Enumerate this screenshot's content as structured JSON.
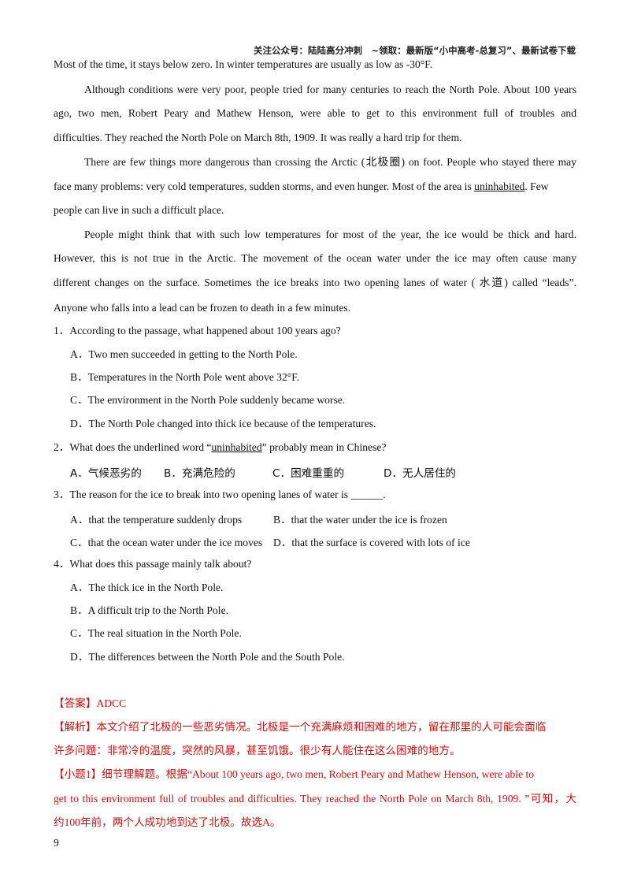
{
  "header": "关注公众号：陆陆高分冲刺　~领取：最新版“小中高考-总复习”、最新试卷下载",
  "lines": {
    "l0": "Most of the time, it stays below zero. In winter temperatures are usually as low as -30°F.",
    "p1a": "Although conditions were very poor, people tried for many centuries to reach the North Pole. About 100 years",
    "p1b": "ago, two men, Robert Peary and Mathew Henson, were able to get to this environment full of troubles and",
    "p1c": "difficulties. They reached the North Pole on March 8th, 1909. It was really a hard trip for them.",
    "p2a": "There are few things more dangerous than crossing the Arctic (北极圈) on foot. People who stayed there may",
    "p2b_pre": "face many problems: very cold temperatures, sudden storms, and even hunger. Most of the area is ",
    "p2b_u": "uninhabited",
    "p2b_post": ". Few",
    "p2c": "people can live in such a difficult place.",
    "p3a": "People might think that with such low temperatures for most of the year, the ice would be thick and hard.",
    "p3b": "However, this is not true in the Arctic. The movement of the ocean water under the ice may often cause many",
    "p3c": "different changes on the surface. Sometimes the ice breaks into two opening lanes of water ( 水道) called “leads”.",
    "p3d": "Anyone who falls into a lead can be frozen to death in a few minutes."
  },
  "questions": {
    "q1": "1．According to the passage, what happened about 100 years ago?",
    "q1a": "A．Two men succeeded in getting to the North Pole.",
    "q1b": "B．Temperatures in the North Pole went above 32°F.",
    "q1c": "C．The environment in the North Pole suddenly became worse.",
    "q1d": "D．The North Pole changed into thick ice because of the temperatures.",
    "q2_pre": "2．What does the underlined word “",
    "q2_u": "uninhabited",
    "q2_post": "” probably mean in Chinese?",
    "q2a": "A．气候恶劣的",
    "q2b": "B．充满危险的",
    "q2c": "C．困难重重的",
    "q2d": "D．无人居住的",
    "q3": "3．The reason for the ice to break into two opening lanes of water is ______.",
    "q3a": "A．that the temperature suddenly drops",
    "q3b": "B．that the water under the ice is frozen",
    "q3c": "C．that the ocean water under the ice moves",
    "q3d": "D．that the surface is covered with lots of ice",
    "q4": "4．What does this passage mainly talk about?",
    "q4a": "A．The thick ice in the North Pole.",
    "q4b": "B．A difficult trip to the North Pole.",
    "q4c": "C．The real situation in the North Pole.",
    "q4d": "D．The differences between the North Pole and the South Pole."
  },
  "answer": {
    "key": "【答案】ADCC",
    "ana1": "【解析】本文介绍了北极的一些恶劣情况。北极是一个充满麻烦和困难的地方，留在那里的人可能会面临",
    "ana2": "许多问题：非常冷的温度，突然的风暴，甚至饥饿。很少有人能住在这么困难的地方。",
    "s1a": "【小题1】细节理解题。根据“About 100 years ago, two men, Robert Peary and Mathew Henson, were able to",
    "s1b": "get to this environment full of troubles and difficulties. They reached the North Pole on March 8th, 1909. ”可知，大",
    "s1c": "约100年前，两个人成功地到达了北极。故选A。"
  },
  "page_number": "9"
}
